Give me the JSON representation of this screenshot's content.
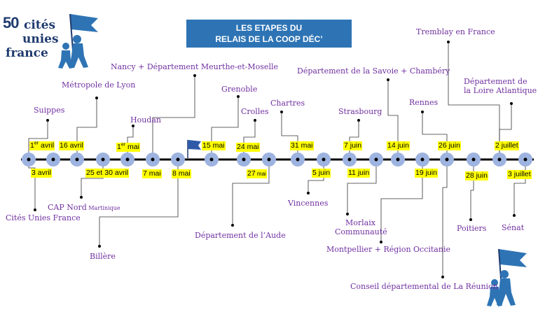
{
  "title": {
    "line1": "LES ETAPES DU",
    "line2": "RELAIS DE LA COOP DÉC’"
  },
  "logo": {
    "number": "50",
    "line1": "cités",
    "line2": "unies",
    "line3": "france"
  },
  "colors": {
    "title_bg": "#2e74b5",
    "axis": "#000000",
    "node": "#9db3e0",
    "city_text": "#7030a0",
    "date_bg": "#ffff00",
    "logo_blue": "#1f3a6e"
  },
  "icons": {
    "start_flag": "flag-icon",
    "walkers": "people-with-flag-icon"
  },
  "stops": [
    {
      "city": "Cités Unies France",
      "date": ""
    },
    {
      "city": "Suippes",
      "date_main": "1",
      "date_sup": "er",
      "date_rest": " avril"
    },
    {
      "city": "",
      "date": "3 avril"
    },
    {
      "city": "Métropole de Lyon",
      "date": "16 avril"
    },
    {
      "city_main": "CAP Nord",
      "city_small": " Martinique",
      "date": "25 et 30 avril"
    },
    {
      "city": "Houdan",
      "date_main": "1",
      "date_sup": "er",
      "date_rest": " mai"
    },
    {
      "city": "Nancy + Département Meurthe-et-Moselle",
      "date": "7 mai"
    },
    {
      "city": "Billère",
      "date": "8 mai"
    },
    {
      "city": "Grenoble",
      "date": "15 mai"
    },
    {
      "city": "Crolles",
      "date": "24 mai"
    },
    {
      "city": "Département de l’Aude",
      "date_main": "27",
      "date_small": " mai"
    },
    {
      "city": "Chartres",
      "date": "31 mai"
    },
    {
      "city": "Vincennes",
      "date": "5 juin"
    },
    {
      "city": "Strasbourg",
      "date": "7 juin"
    },
    {
      "city_line1": "Morlaix",
      "city_line2": "Communauté",
      "date": "11 juin"
    },
    {
      "city": "Département de la Savoie + Chambéry",
      "date": "14 juin"
    },
    {
      "city": "Montpellier + Région Occitanie",
      "date": "19 juin"
    },
    {
      "city": "Rennes",
      "date": "26 juin"
    },
    {
      "city": "Conseil départemental de La Réunion",
      "date": ""
    },
    {
      "city": "Poitiers",
      "date": "28 juin"
    },
    {
      "city": "Tremblay en France",
      "date": ""
    },
    {
      "city_line1": "Département de",
      "city_line2": "la Loire Atlantique",
      "date": "2 juillet"
    },
    {
      "city": "Sénat",
      "date": "3 juillet"
    }
  ]
}
